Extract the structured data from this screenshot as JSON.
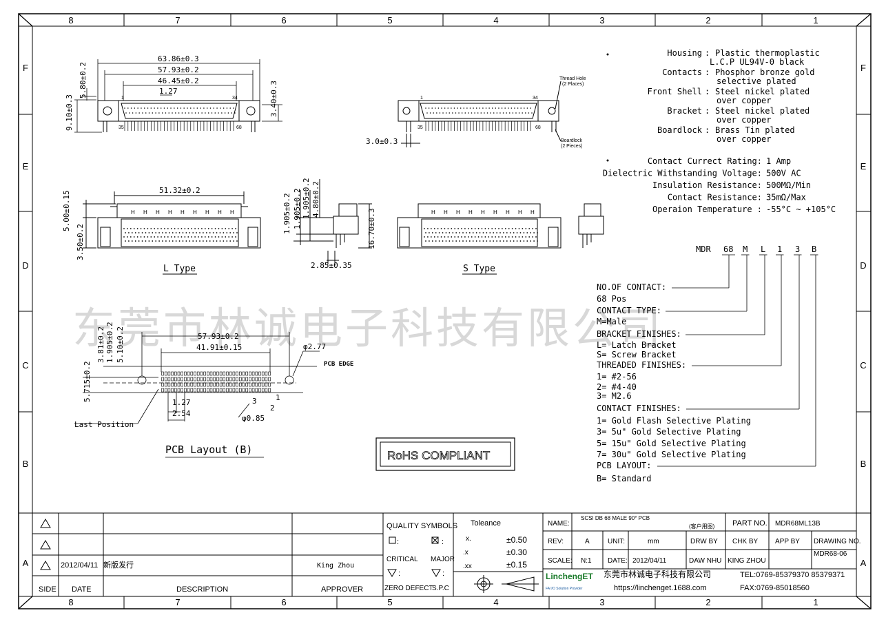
{
  "border": {
    "cols_top": [
      "8",
      "7",
      "6",
      "5",
      "4",
      "3",
      "2",
      "1"
    ],
    "rows_side": [
      "F",
      "E",
      "D",
      "C",
      "B",
      "A"
    ]
  },
  "watermark": "东莞市林诚电子科技有限公司",
  "top_view": {
    "dims": [
      "63.86±0.3",
      "57.93±0.2",
      "46.45±0.2",
      "1.27",
      "5.80±0.2",
      "9.10±0.3",
      "3.40±0.3"
    ],
    "pins": [
      "1",
      "34",
      "35",
      "68"
    ]
  },
  "right_top_view": {
    "thread_hole": [
      "Thread Hole",
      "(2 Places)"
    ],
    "boardlock": [
      "Boardlock",
      "(2 Pieces)"
    ],
    "dim": "3.0±0.3",
    "pins": [
      "1",
      "34",
      "35",
      "68"
    ]
  },
  "l_type": {
    "dims": [
      "51.32±0.2",
      "5.00±0.15",
      "3.50±0.2"
    ],
    "label": "L Type"
  },
  "side_view": {
    "dims": [
      "1.905±0.2",
      "1.905±0.2",
      "1.905±0.2",
      "4.80±0.2",
      "16.70±0.3",
      "2.85±0.35"
    ]
  },
  "s_type": {
    "label": "S Type"
  },
  "pcb_layout": {
    "dims": [
      "57.93±0.2",
      "41.91±0.15",
      "3.81±0.2",
      "1.905±0.2",
      "5.10±0.2",
      "5.715±0.2",
      "1.27",
      "2.54",
      "φ0.85",
      "φ2.77"
    ],
    "pcb_edge": "PCB EDGE",
    "last_position": "Last Position",
    "nums": [
      "3",
      "1",
      "2"
    ],
    "title": "PCB Layout (B)"
  },
  "rohs": "RoHS COMPLIANT",
  "specs": {
    "materials": [
      {
        "label": "Housing",
        "lines": [
          "Plastic thermoplastic",
          "L.C.P UL94V-0 black"
        ]
      },
      {
        "label": "Contacts",
        "lines": [
          "Phosphor bronze gold",
          "selective plated"
        ]
      },
      {
        "label": "Front Shell",
        "lines": [
          "Steel nickel plated",
          "over copper"
        ]
      },
      {
        "label": "Bracket",
        "lines": [
          "Steel nickel plated",
          "over copper"
        ]
      },
      {
        "label": "Boardlock",
        "lines": [
          "Brass Tin plated",
          "over copper"
        ]
      }
    ],
    "electrical": [
      {
        "label": "Contact Currect Rating:",
        "value": "1 Amp"
      },
      {
        "label": "Dielectric Withstanding Voltage:",
        "value": "500V AC"
      },
      {
        "label": "Insulation Resistance:",
        "value": "500MΩ/Min"
      },
      {
        "label": "Contact Resistance:",
        "value": "35mΩ/Max"
      },
      {
        "label": "Operaion Temperature :",
        "value": "-55°C ~ +105°C"
      }
    ]
  },
  "part_code": [
    "MDR",
    "68",
    "M",
    "L",
    "1",
    "3",
    "B"
  ],
  "ordering": [
    "NO.OF CONTACT:",
    "68 Pos",
    "CONTACT TYPE:",
    "M=Male",
    "BRACKET FINISHES:",
    "L= Latch Bracket",
    "S= Screw Bracket",
    "THREADED FINISHES:",
    "1= #2-56",
    "2= #4-40",
    "3= M2.6",
    "CONTACT FINISHES:",
    "1= Gold Flash Selective Plating",
    "3= 5u\" Gold Selective Plating",
    "5= 15u\" Gold Selective Plating",
    "7= 30u\" Gold Selective Plating",
    "PCB LAYOUT:",
    "B= Standard"
  ],
  "title_block": {
    "rev_row": {
      "date": "2012/04/11",
      "desc": "新版发行",
      "approver": "King Zhou"
    },
    "headers": {
      "side": "SIDE",
      "date": "DATE",
      "desc": "DESCRIPTION",
      "approver": "APPROVER"
    },
    "quality": {
      "title": "QUALITY SYMBOLS",
      "critical": "CRITICAL",
      "major": "MAJOR",
      "zero": "ZERO DEFECT",
      "spc": "S.P.C",
      "colon": ":"
    },
    "tolerance": {
      "title": "Toleance",
      "rows": [
        [
          "x.",
          "±0.50"
        ],
        [
          ".x",
          "±0.30"
        ],
        [
          ".xx",
          "±0.15"
        ]
      ]
    },
    "name_label": "NAME:",
    "name_value": "SCSI DB 68 MALE 90° PCB",
    "name_note": "(客户用图)",
    "part_no_label": "PART NO.",
    "part_no": "MDR68ML13B",
    "rev_label": "REV:",
    "rev": "A",
    "unit_label": "UNIT:",
    "unit": "mm",
    "drw_by": "DRW BY",
    "chk_by": "CHK BY",
    "app_by": "APP BY",
    "drawing_no_label": "DRAWING NO.",
    "drawing_no": "MDR68-06",
    "scale_label": "SCALE:",
    "scale": "N:1",
    "date_label": "DATE:",
    "date": "2012/04/11",
    "drawer": "DAW NHU",
    "checker": "KING ZHOU",
    "brand": "LinchengET",
    "brand_tag": "FA I/O Solution Provider",
    "company": "东莞市林诚电子科技有限公司",
    "tel": "TEL:0769-85379370 85379371",
    "url": "https://linchenget.1688.com",
    "fax": "FAX:0769-85018560"
  }
}
